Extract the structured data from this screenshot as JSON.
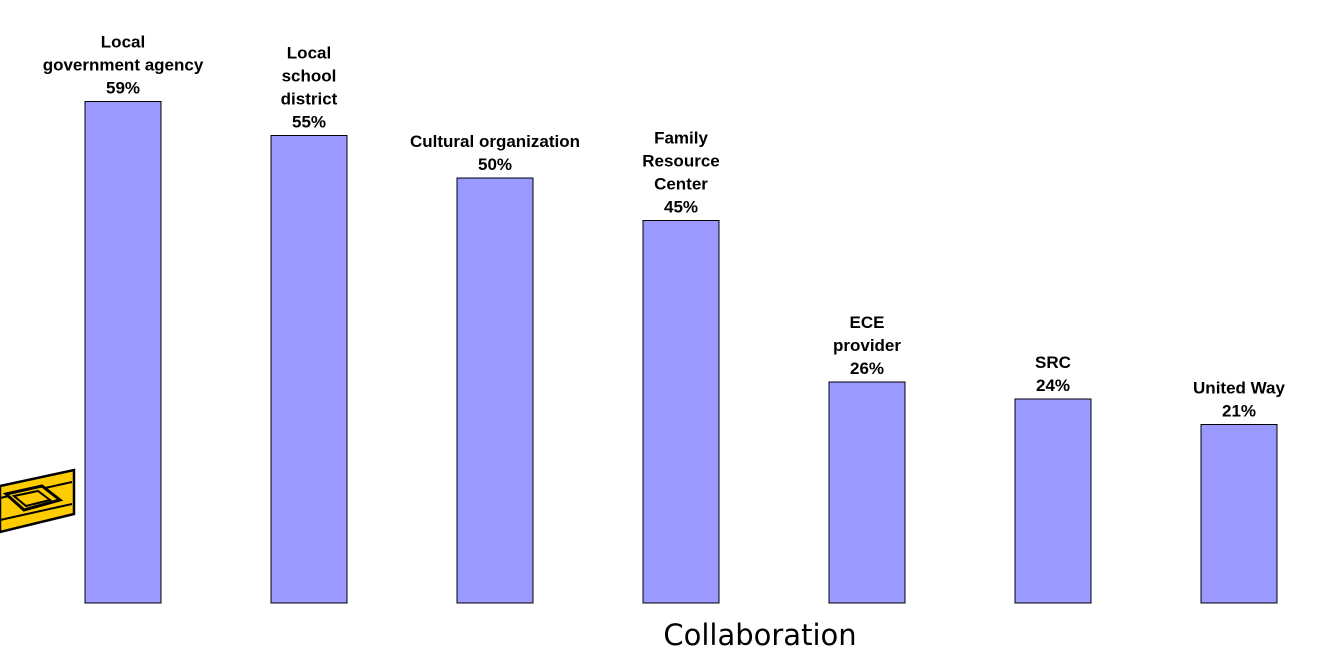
{
  "chart_data": {
    "type": "bar",
    "title": "",
    "xlabel": "Collaboration",
    "ylabel": "",
    "ylim": [
      0,
      60
    ],
    "grid": false,
    "legend": "none",
    "categories": [
      "Local government agency",
      "Local school district",
      "Cultural organization",
      "Family Resource Center",
      "ECE provider",
      "SRC",
      "United Way"
    ],
    "category_lines": [
      [
        "Local",
        "government agency"
      ],
      [
        "Local",
        "school",
        "district"
      ],
      [
        "Cultural organization"
      ],
      [
        "Family",
        "Resource",
        "Center"
      ],
      [
        "ECE",
        "provider"
      ],
      [
        "SRC"
      ],
      [
        "United Way"
      ]
    ],
    "values": [
      59,
      55,
      50,
      45,
      26,
      24,
      21
    ],
    "value_labels": [
      "59%",
      "55%",
      "50%",
      "45%",
      "26%",
      "24%",
      "21%"
    ],
    "colors": {
      "bar_fill": "#9999ff",
      "bar_stroke": "#000000",
      "pencil_body": "#ffcc00",
      "pencil_outline": "#000000"
    }
  },
  "decorations": {
    "pencil": "pencil-clipart-icon"
  }
}
